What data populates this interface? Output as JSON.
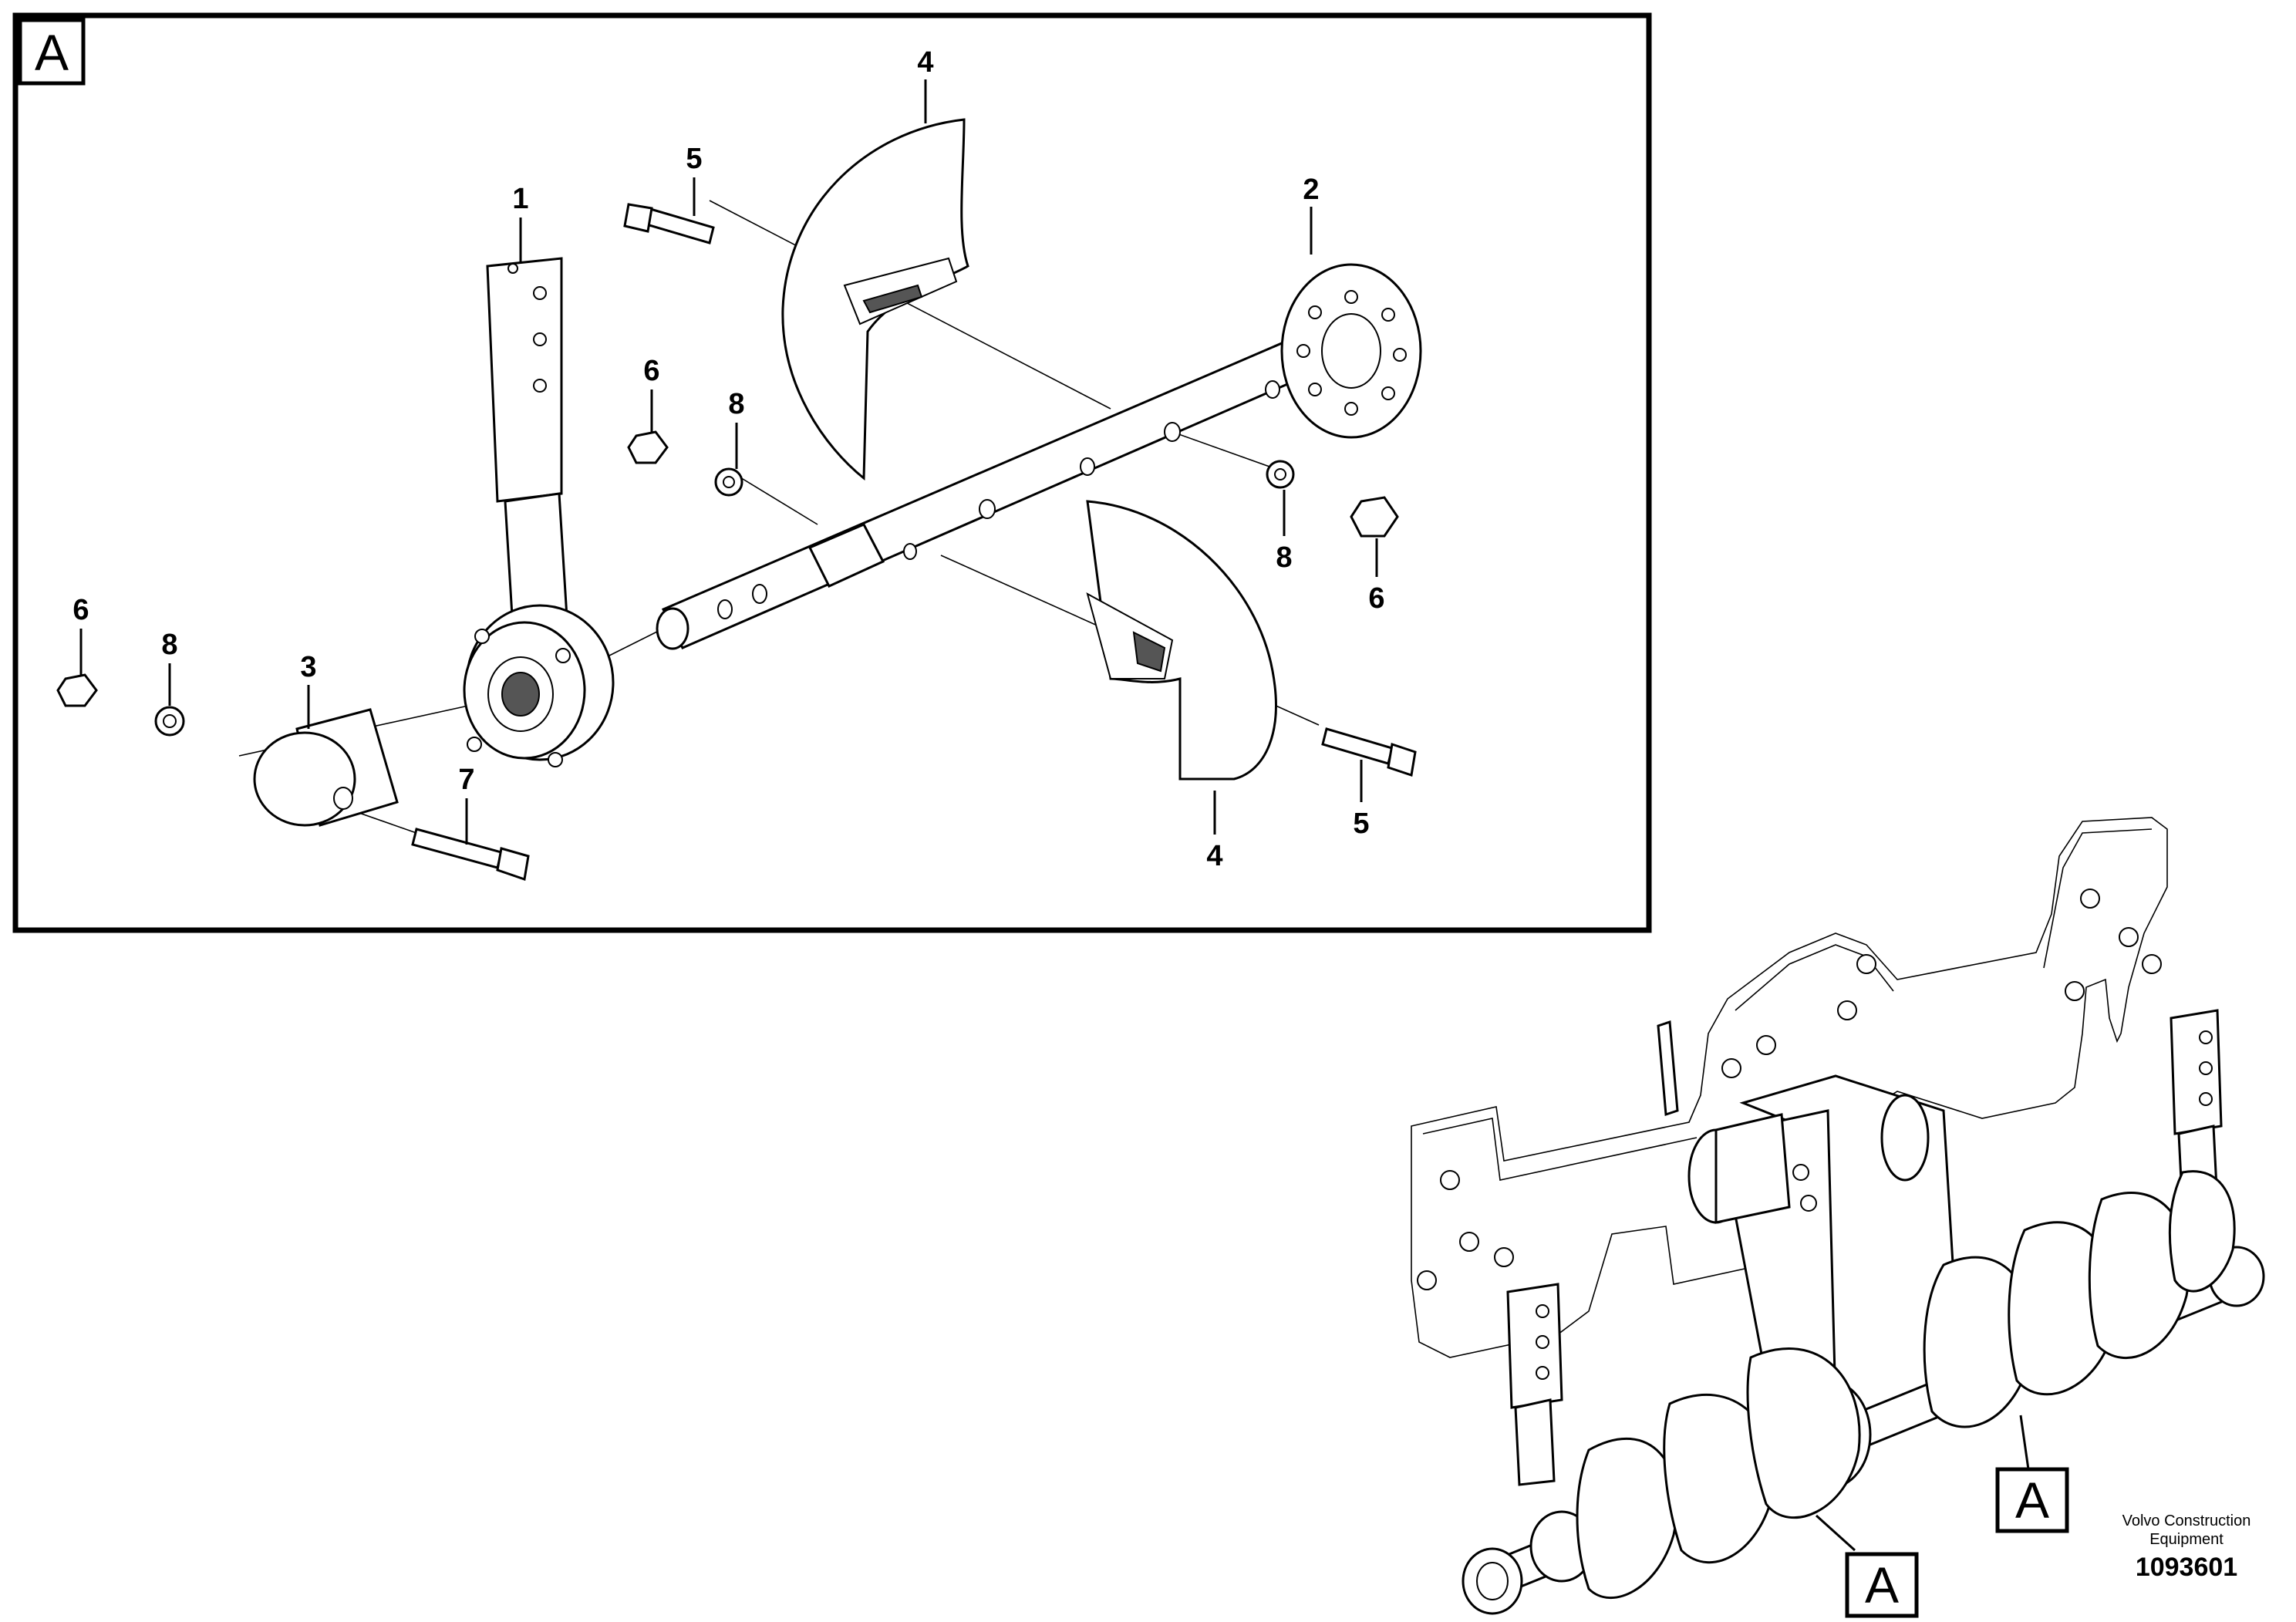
{
  "detail_view": {
    "letter": "A",
    "parts": [
      {
        "label": "1"
      },
      {
        "label": "2"
      },
      {
        "label": "3"
      },
      {
        "label": "4"
      },
      {
        "label": "4"
      },
      {
        "label": "5"
      },
      {
        "label": "5"
      },
      {
        "label": "6"
      },
      {
        "label": "6"
      },
      {
        "label": "6"
      },
      {
        "label": "7"
      },
      {
        "label": "8"
      },
      {
        "label": "8"
      },
      {
        "label": "8"
      }
    ]
  },
  "overview": {
    "callouts": [
      {
        "letter": "A"
      },
      {
        "letter": "A"
      }
    ],
    "brand_line1": "Volvo Construction",
    "brand_line2": "Equipment",
    "illustration_number": "1093601"
  },
  "colors": {
    "line": "#000000",
    "background": "#ffffff",
    "shade": "#555555"
  }
}
